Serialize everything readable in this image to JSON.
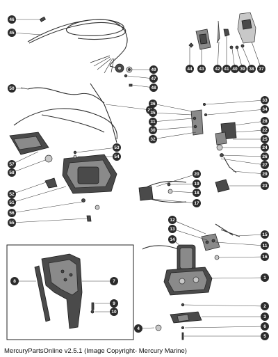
{
  "caption": "MercuryPartsOnline v2.5.1 (Image Copyright- Mercury Marine)",
  "callouts": [
    {
      "label": "46"
    },
    {
      "label": "45"
    },
    {
      "label": "49"
    },
    {
      "label": "47"
    },
    {
      "label": "48"
    },
    {
      "label": "50"
    },
    {
      "label": "21"
    },
    {
      "label": "44"
    },
    {
      "label": "43"
    },
    {
      "label": "42"
    },
    {
      "label": "41"
    },
    {
      "label": "40"
    },
    {
      "label": "39"
    },
    {
      "label": "38"
    },
    {
      "label": "37"
    },
    {
      "label": "36"
    },
    {
      "label": "35"
    },
    {
      "label": "31"
    },
    {
      "label": "30"
    },
    {
      "label": "32"
    },
    {
      "label": "33"
    },
    {
      "label": "34"
    },
    {
      "label": "28"
    },
    {
      "label": "22"
    },
    {
      "label": "25"
    },
    {
      "label": "24"
    },
    {
      "label": "26"
    },
    {
      "label": "27"
    },
    {
      "label": "29"
    },
    {
      "label": "23"
    },
    {
      "label": "53"
    },
    {
      "label": "54"
    },
    {
      "label": "57"
    },
    {
      "label": "58"
    },
    {
      "label": "20"
    },
    {
      "label": "19"
    },
    {
      "label": "18"
    },
    {
      "label": "17"
    },
    {
      "label": "52"
    },
    {
      "label": "51"
    },
    {
      "label": "56"
    },
    {
      "label": "55"
    },
    {
      "label": "12"
    },
    {
      "label": "13"
    },
    {
      "label": "15"
    },
    {
      "label": "14"
    },
    {
      "label": "11"
    },
    {
      "label": "16"
    },
    {
      "label": "1"
    },
    {
      "label": "8"
    },
    {
      "label": "7"
    },
    {
      "label": "9"
    },
    {
      "label": "10"
    },
    {
      "label": "2"
    },
    {
      "label": "3"
    },
    {
      "label": "6"
    },
    {
      "label": "4"
    },
    {
      "label": "5"
    }
  ]
}
